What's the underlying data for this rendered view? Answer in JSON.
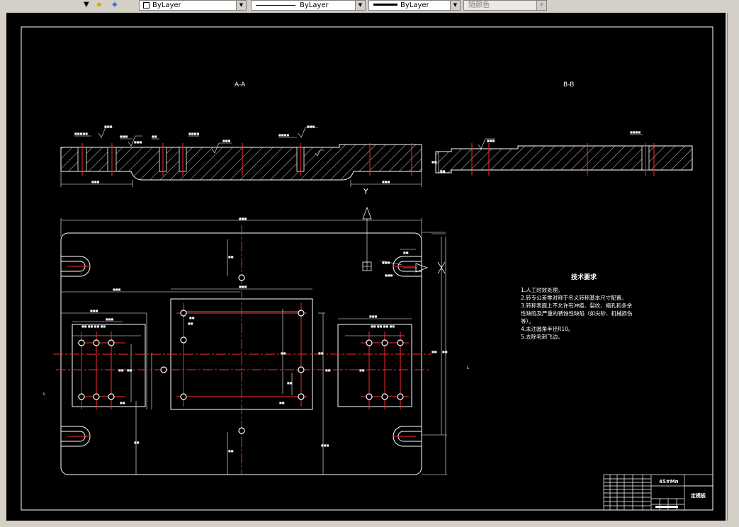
{
  "toolbar": {
    "color_combo": "ByLayer",
    "linetype_combo": "ByLayer",
    "lineweight_combo": "ByLayer",
    "plotstyle_combo": "随颜色"
  },
  "drawing": {
    "section_aa": "A-A",
    "section_bb": "B-B",
    "arrow_y": "Y",
    "arrow_x": "X",
    "tech_title": "技术要求",
    "tech_lines": [
      "1.人工时效处理。",
      "2.转专公差零对称于名义转称基本尺寸配置。",
      "3.转称表面上不允许有冲痕、裂纹、缩孔和多余",
      "性缺陷及严重的锈蚀性缺陷（如尖砂、机械损伤",
      "等）。",
      "4.未注圆角半径R10。",
      "5.去除毛刺飞边。"
    ],
    "title_block": {
      "part_name": "定模板",
      "material": "45#Mn"
    }
  },
  "colors": {
    "background": "#000000",
    "outline": "#ffffff",
    "centerline": "#ff2a2a",
    "holes": "#ff2a2a"
  }
}
